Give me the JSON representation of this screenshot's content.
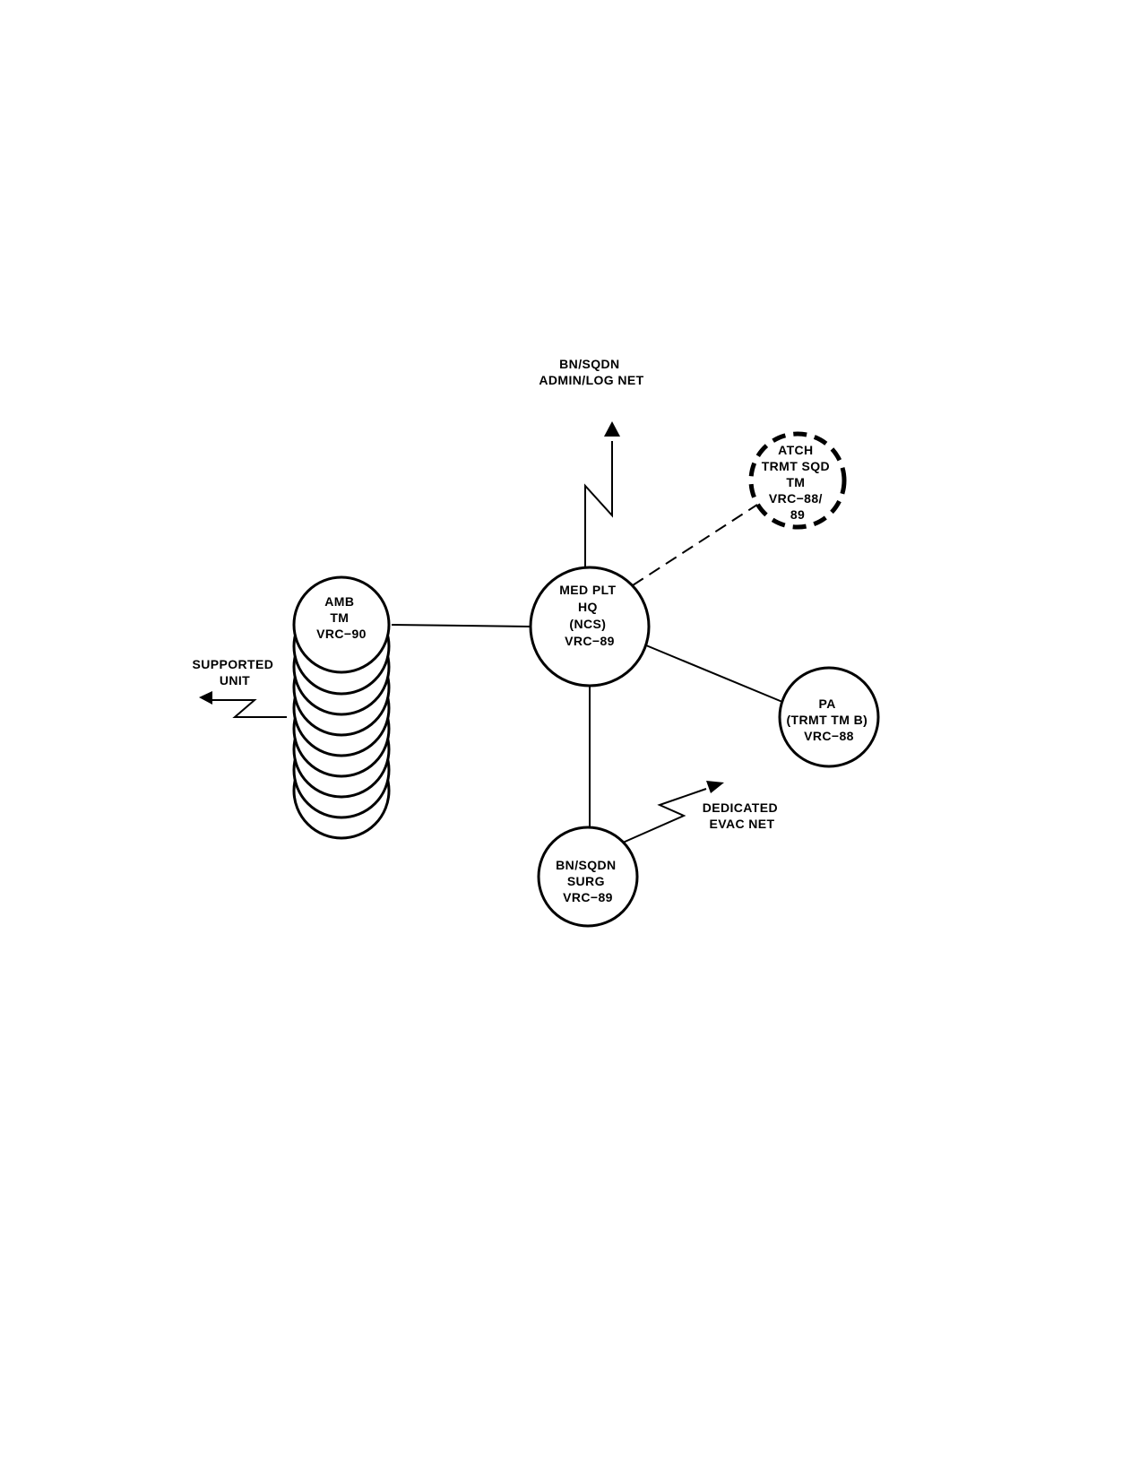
{
  "colors": {
    "ink": "#000000",
    "paper": "#ffffff"
  },
  "nodes": {
    "med_plt_hq": {
      "lines": [
        "MED PLT",
        "HQ",
        "(NCS)",
        "VRC−89"
      ]
    },
    "amb_tm": {
      "lines": [
        "AMB",
        "TM",
        "VRC−90"
      ]
    },
    "atch_trmt_sqd_tm": {
      "lines": [
        "ATCH",
        "TRMT SQD",
        "TM",
        "VRC−88/",
        "89"
      ]
    },
    "pa_trmt_tm_b": {
      "lines": [
        "PA",
        "(TRMT TM B)",
        "VRC−88"
      ]
    },
    "bn_sqdn_surg": {
      "lines": [
        "BN/SQDN",
        "SURG",
        "VRC−89"
      ]
    }
  },
  "external_nets": {
    "bn_sqdn_admin_log_net": {
      "lines": [
        "BN/SQDN",
        "ADMIN/LOG NET"
      ]
    },
    "supported_unit": {
      "lines": [
        "SUPPORTED",
        "UNIT"
      ]
    },
    "dedicated_evac_net": {
      "lines": [
        "DEDICATED",
        "EVAC NET"
      ]
    }
  }
}
